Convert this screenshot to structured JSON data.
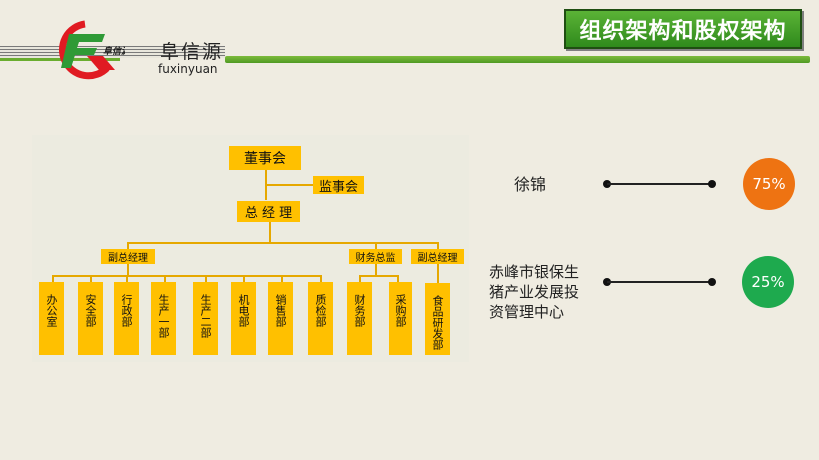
{
  "header": {
    "logo_text": "阜信源",
    "brand_cn": "阜信源",
    "brand_en": "fuxinyuan",
    "title": "组织架构和股权架构"
  },
  "org": {
    "board": "董事会",
    "supervisors": "监事会",
    "gm": "总 经 理",
    "deputy_gm_1": "副总经理",
    "finance_director": "财务总监",
    "deputy_gm_2": "副总经理",
    "departments": [
      "办公室",
      "安全部",
      "行政部",
      "生产一部",
      "生产二部",
      "机电部",
      "销售部",
      "质检部",
      "财务部",
      "采购部",
      "食品研发部"
    ]
  },
  "shareholders": [
    {
      "name": "徐锦",
      "percent": "75%",
      "color": "#ee7312"
    },
    {
      "name": "赤峰市银保生猪产业发展投资管理中心",
      "percent": "25%",
      "color": "#1eaa4e"
    }
  ],
  "colors": {
    "box": "#ffc000",
    "accent_green": "#3f9e25"
  }
}
